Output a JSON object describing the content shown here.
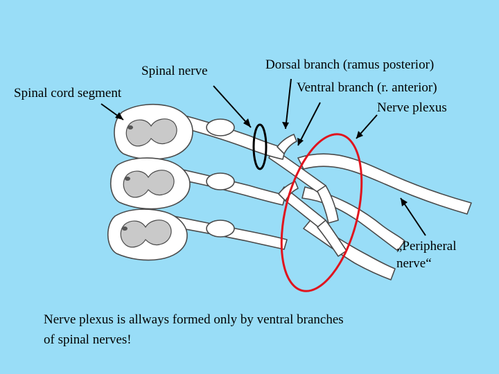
{
  "labels": {
    "spinal_nerve": "Spinal nerve",
    "spinal_cord_segment": "Spinal cord segment",
    "dorsal_branch": "Dorsal branch (ramus posterior)",
    "ventral_branch": "Ventral branch (r. anterior)",
    "nerve_plexus": "Nerve plexus",
    "peripheral_nerve_line1": "„Peripheral",
    "peripheral_nerve_line2": "nerve“"
  },
  "note": {
    "line1": "Nerve plexus is allways formed only by ventral branches",
    "line2": "of spinal nerves!"
  },
  "colors": {
    "background": "#99ddf7",
    "nerve_fill": "#ffffff",
    "outline": "#4a4a4a",
    "grey_matter": "#c9c9c9",
    "highlight_red": "#e0141e",
    "highlight_black": "#000000"
  }
}
